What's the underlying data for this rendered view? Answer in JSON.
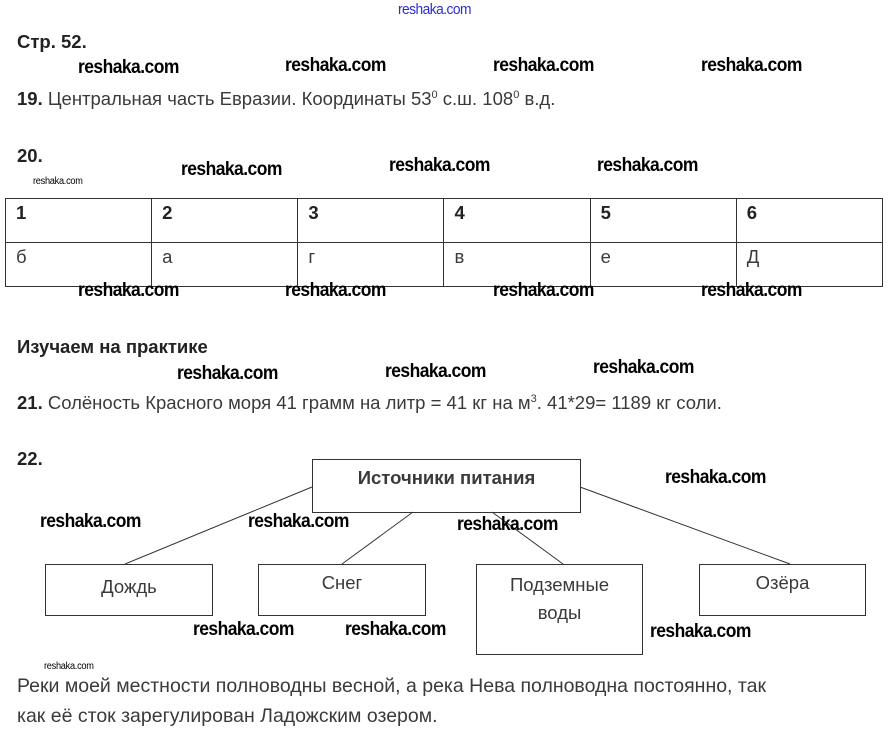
{
  "watermark": "reshaka.com",
  "page_label": "Стр. 52.",
  "q19": {
    "num": "19.",
    "text1": "Центральная часть Евразии. Координаты 53",
    "sup1": "0",
    "text2": " с.ш. 108",
    "sup2": "0",
    "text3": " в.д."
  },
  "q20": {
    "num": "20.",
    "headers": [
      "1",
      "2",
      "3",
      "4",
      "5",
      "6"
    ],
    "values": [
      "б",
      "а",
      "г",
      "в",
      "е",
      "Д"
    ]
  },
  "section_heading": "Изучаем на практике",
  "q21": {
    "num": "21.",
    "text1": "Солёность Красного моря 41 грамм на литр = 41 кг на м",
    "sup": "3",
    "text2": ". 41*29= 1189 кг соли."
  },
  "q22": {
    "num": "22.",
    "root": "Источники питания",
    "children": [
      "Дождь",
      "Снег",
      "Подземные воды",
      "Озёра"
    ]
  },
  "conclusion": {
    "line1": "Реки моей местности полноводны весной, а река Нева полноводна постоянно, так",
    "line2": "как её сток зарегулирован Ладожским озером."
  }
}
